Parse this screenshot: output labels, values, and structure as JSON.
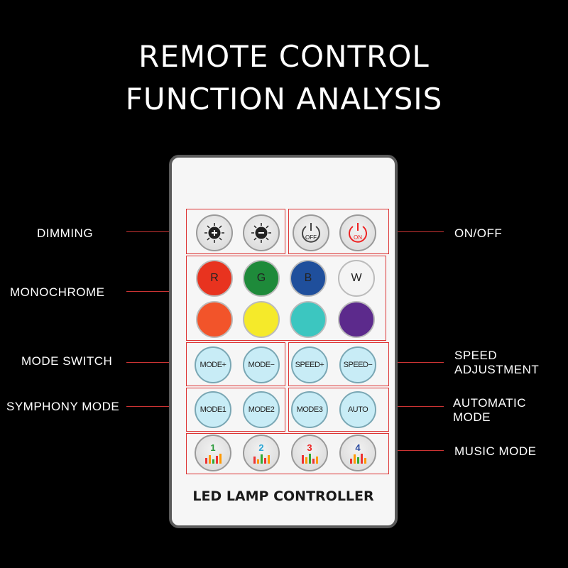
{
  "title": {
    "line1": "REMOTE CONTROL",
    "line2": "FUNCTION ANALYSIS"
  },
  "labels": {
    "dimming": "DIMMING",
    "onoff": "ON/OFF",
    "monochrome": "MONOCHROME",
    "mode_switch": "MODE SWITCH",
    "speed_1": "SPEED",
    "speed_2": "ADJUSTMENT",
    "symphony": "SYMPHONY MODE",
    "auto_1": "AUTOMATIC",
    "auto_2": "MODE",
    "music": "MUSIC MODE"
  },
  "buttons": {
    "off": "OFF",
    "on": "ON",
    "r": "R",
    "g": "G",
    "b": "B",
    "w": "W",
    "mode_plus": "MODE+",
    "mode_minus": "MODE−",
    "speed_plus": "SPEED+",
    "speed_minus": "SPEED−",
    "mode1": "MODE1",
    "mode2": "MODE2",
    "mode3": "MODE3",
    "auto": "AUTO",
    "music1": "1",
    "music2": "2",
    "music3": "3",
    "music4": "4"
  },
  "colors": {
    "red": "#e8331f",
    "green": "#1e8a3a",
    "blue": "#1f4f9c",
    "white": "#f4f4f4",
    "orange": "#f2542a",
    "yellow": "#f5ea2a",
    "teal": "#3cc6c0",
    "purple": "#5c2a8c"
  },
  "footer": "LED LAMP CONTROLLER"
}
